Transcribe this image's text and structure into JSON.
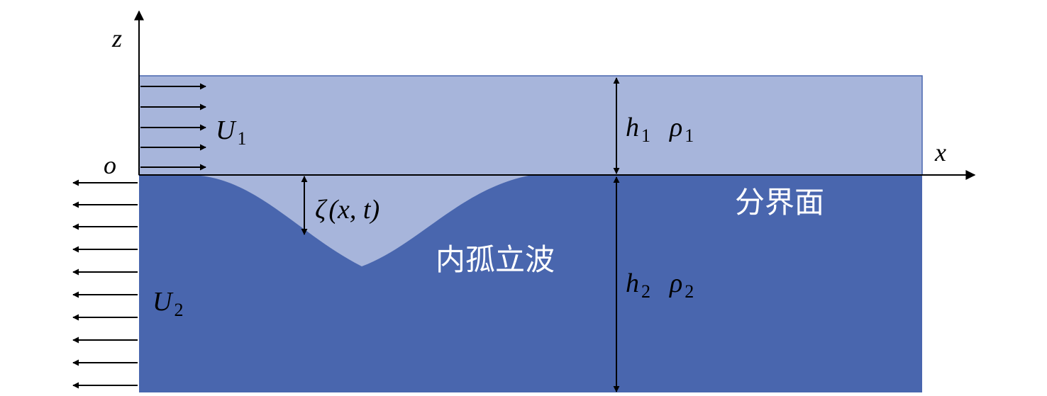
{
  "labels": {
    "z_axis": "z",
    "x_axis": "x",
    "origin": "o",
    "U1_main": "U",
    "U1_sub": "1",
    "U2_main": "U",
    "U2_sub": "2",
    "h1_main": "h",
    "h1_sub": "1",
    "rho1_main": "ρ",
    "rho1_sub": "1",
    "h2_main": "h",
    "h2_sub": "2",
    "rho2_main": "ρ",
    "rho2_sub": "2",
    "zeta_symbol": "ζ",
    "zeta_args": "(x, t)",
    "interface": "分界面",
    "internal_wave": "内孤立波"
  },
  "colors": {
    "upper_layer": "#a7b5db",
    "lower_layer": "#4966ae",
    "axis": "#000000",
    "light_text": "#ffffff"
  }
}
